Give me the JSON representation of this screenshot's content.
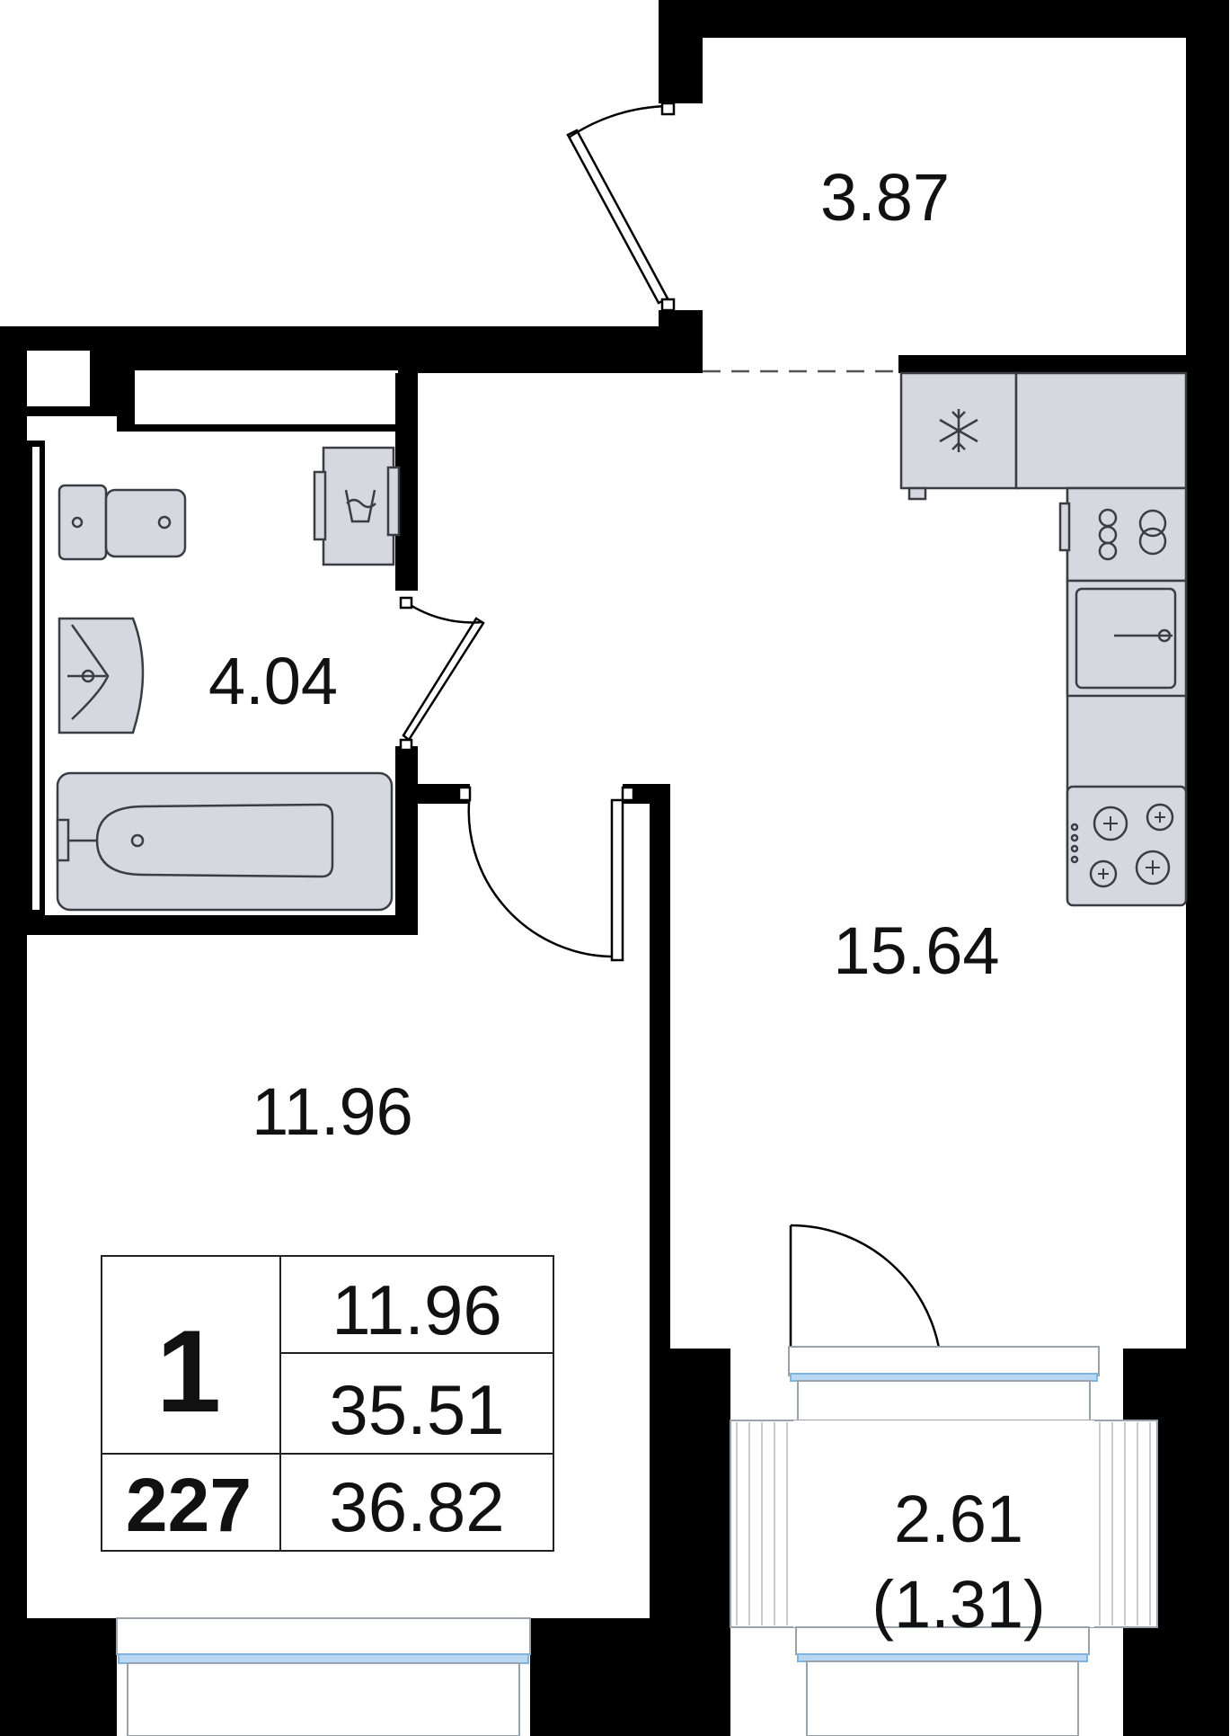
{
  "rooms": {
    "vestibule_area": "3.87",
    "bathroom_area": "4.04",
    "kitchen_living_area": "15.64",
    "bedroom_area": "11.96",
    "balcony_area": "2.61",
    "balcony_area_reduced": "(1.31)"
  },
  "summary_table": {
    "rooms_count": "1",
    "apartment_number": "227",
    "living_area": "11.96",
    "total_area": "35.51",
    "total_area_with_balcony": "36.82"
  },
  "icons": [
    "fridge-snowflake-icon",
    "hob-icon",
    "sink-icon",
    "toilet-icon",
    "washbasin-icon",
    "bathtub-icon",
    "washing-machine-icon"
  ],
  "colors": {
    "wall": "#000000",
    "fixture_fill": "#d5d8de",
    "window_glass": "#b8d7f2"
  }
}
